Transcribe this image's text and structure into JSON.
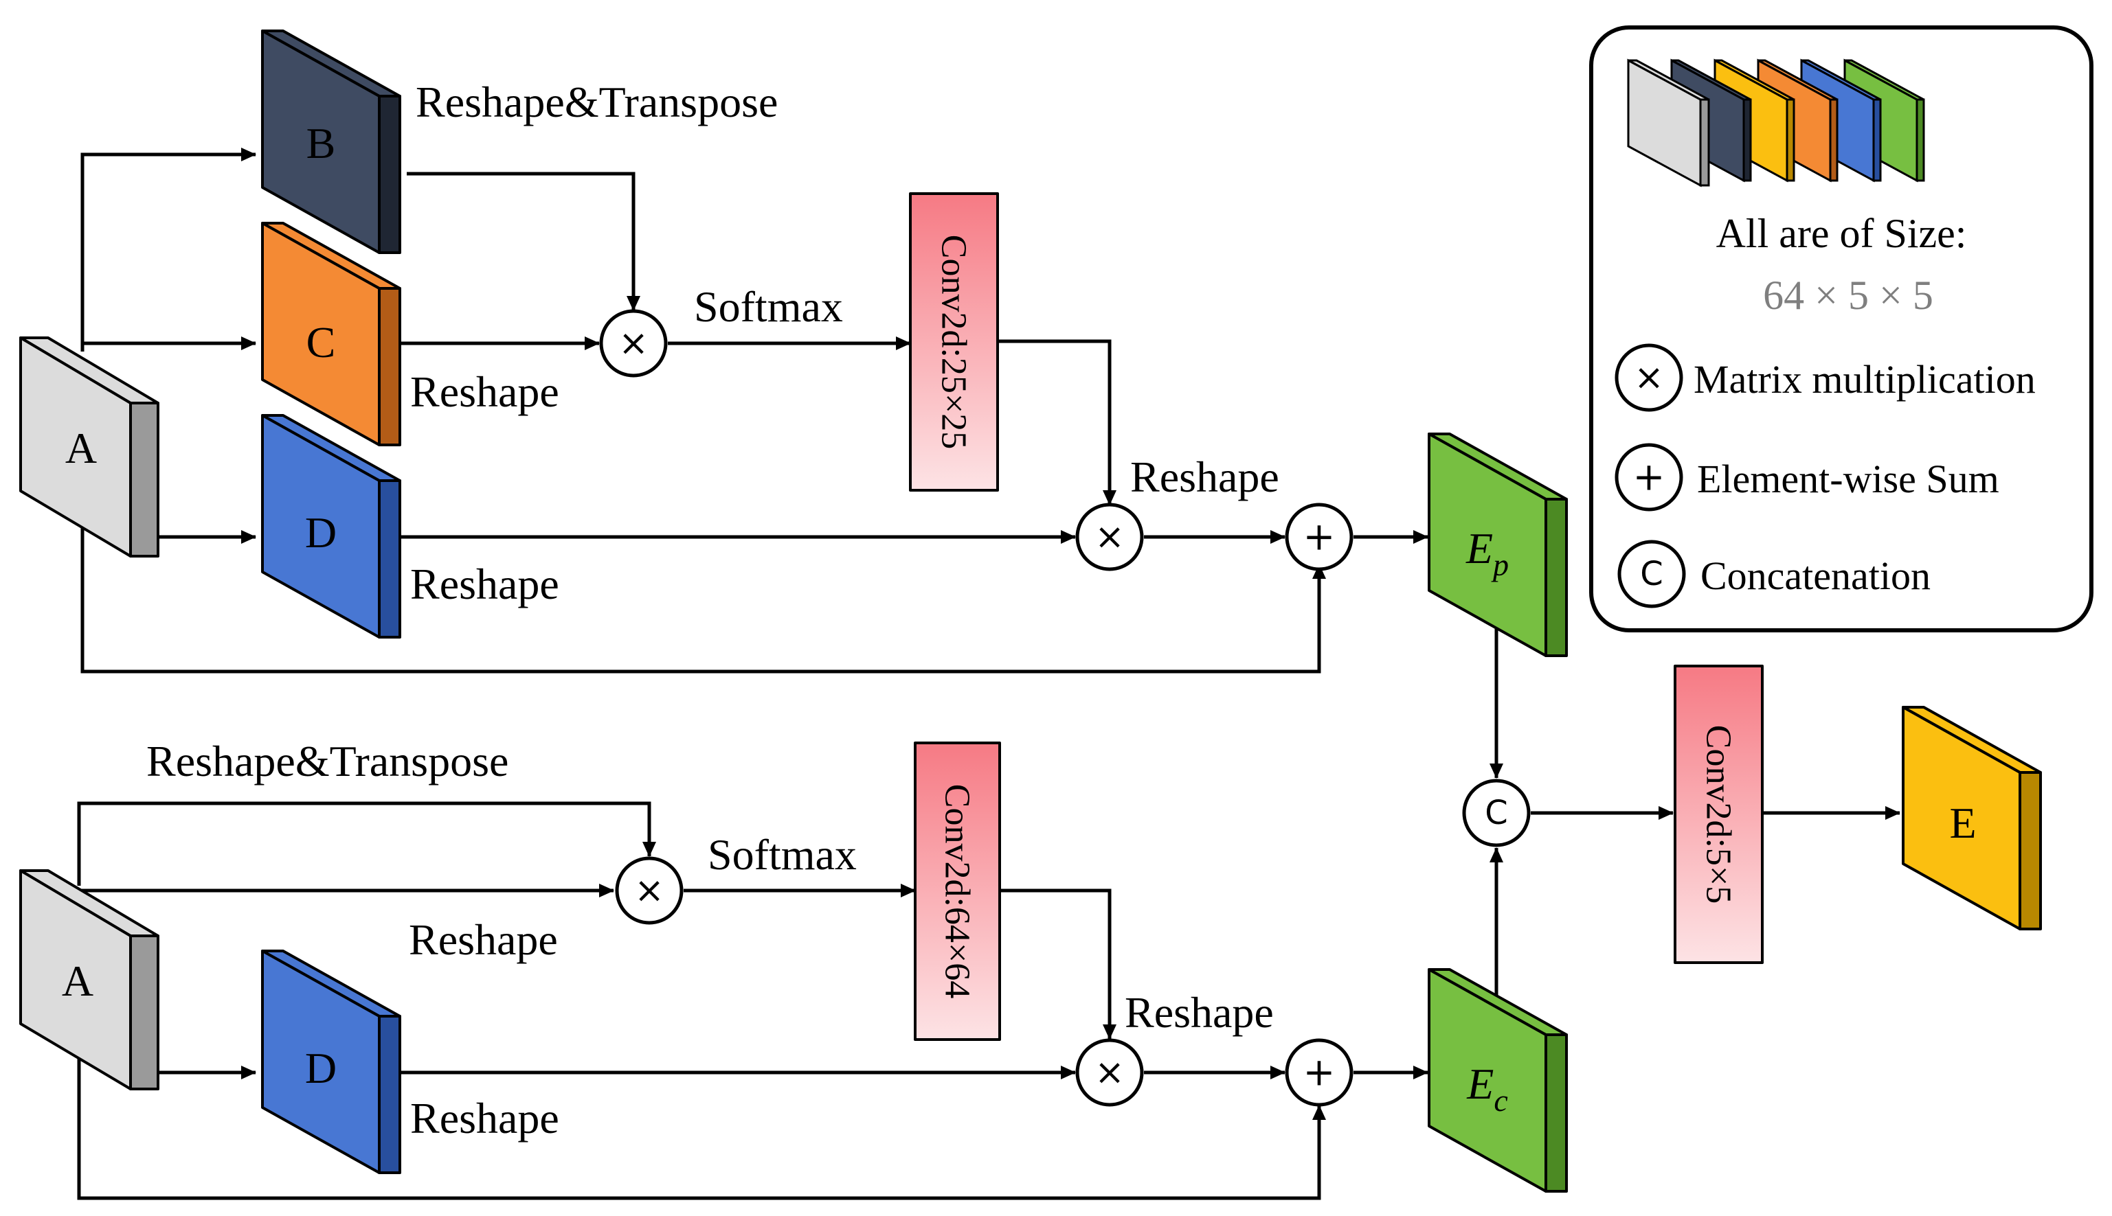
{
  "colors": {
    "grey": "#dcdcdc",
    "navy": "#3f4b62",
    "orange": "#f48a34",
    "blue": "#4877d3",
    "green": "#77bf41",
    "yellow": "#fbbf10",
    "conv_top": "#f67a84",
    "conv_bottom": "#fde3e5"
  },
  "position_branch": {
    "input": "A",
    "b": "B",
    "c": "C",
    "d": "D",
    "label_reshape_transpose": "Reshape&Transpose",
    "label_reshape_c": "Reshape",
    "label_reshape_d": "Reshape",
    "label_softmax": "Softmax",
    "conv": "Conv2d:25×25",
    "label_reshape_out": "Reshape",
    "output_base": "E",
    "output_sub": "p"
  },
  "channel_branch": {
    "input": "A",
    "d": "D",
    "label_reshape_transpose": "Reshape&Transpose",
    "label_reshape": "Reshape",
    "label_reshape_d": "Reshape",
    "label_softmax": "Softmax",
    "conv": "Conv2d:64×64",
    "label_reshape_out": "Reshape",
    "output_base": "E",
    "output_sub": "c"
  },
  "fusion": {
    "conv": "Conv2d:5×5",
    "output": "E"
  },
  "operators": {
    "multiply": "×",
    "sum": "+",
    "concat": "C"
  },
  "legend": {
    "size_title": "All are of Size:",
    "size_value": "64 × 5 × 5",
    "items": [
      {
        "symbol": "×",
        "label": "Matrix multiplication"
      },
      {
        "symbol": "+",
        "label": "Element-wise Sum"
      },
      {
        "symbol": "C",
        "label": "Concatenation"
      }
    ]
  }
}
